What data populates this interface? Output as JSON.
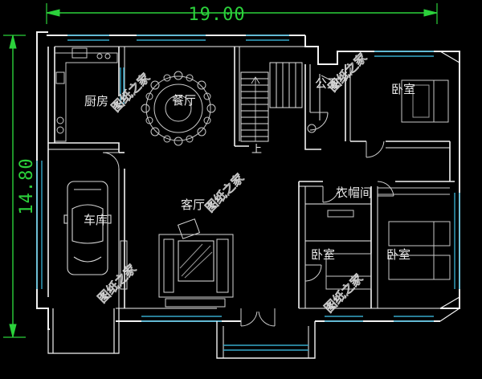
{
  "dimensions": {
    "width_label": "19.00",
    "depth_label": "14.80"
  },
  "rooms": {
    "kitchen": "厨房",
    "dining": "餐厅",
    "public_wc": "公卫",
    "bedroom_ne": "卧室",
    "garage": "车库",
    "living": "客厅",
    "closet": "衣帽间",
    "bedroom_mid": "卧室",
    "bedroom_se": "卧室"
  },
  "stairs": {
    "up_label": "上"
  },
  "watermarks": [
    "图纸之家",
    "图纸之家",
    "图纸之家",
    "图纸之家",
    "图纸之家"
  ],
  "colors": {
    "background": "#000000",
    "wall": "#f2f2f2",
    "window": "#35a8c9",
    "dimension": "#2bd13b",
    "furniture": "#c9c9c9",
    "text": "#e8e8e8"
  }
}
